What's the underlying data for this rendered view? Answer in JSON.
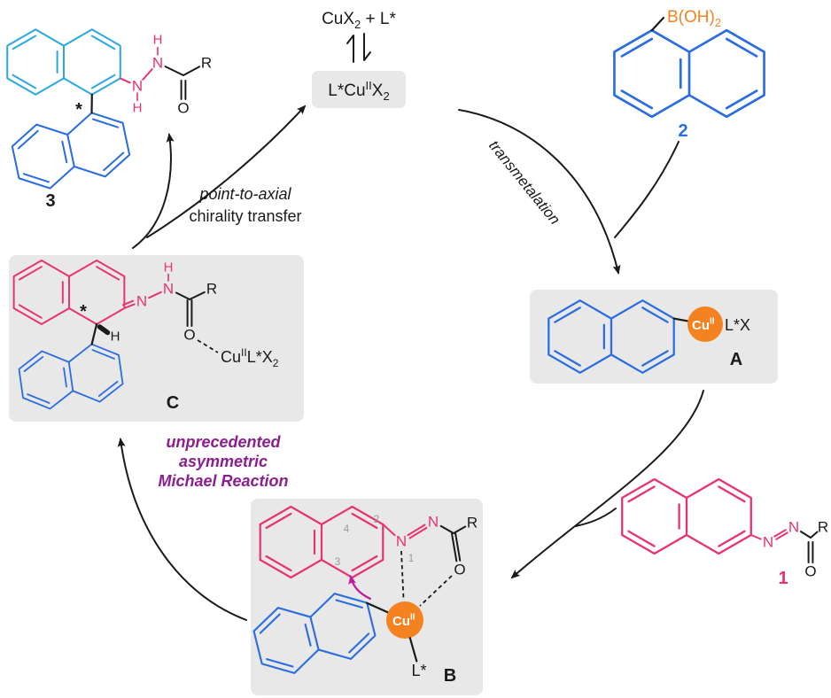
{
  "colors": {
    "blue": "#2a6de0",
    "cyan": "#2aa8e0",
    "pink": "#e8336d",
    "orange": "#f58220",
    "purple": "#8b1f8f",
    "magenta": "#c2189c",
    "graybox": "#e8e8e8",
    "graynum": "#9a9a9a",
    "ink": "#1a1a1a"
  },
  "catalyst": {
    "free": {
      "formula": "CuX",
      "sub": "2",
      "plus": " + L*"
    },
    "bound": {
      "pre": "L*Cu",
      "sup": "II",
      "x": "X",
      "sub": "2"
    }
  },
  "compound2": {
    "boron": "B(OH)",
    "boron_sub": "2",
    "label": "2"
  },
  "compound1": {
    "n1": "N",
    "n2": "N",
    "r": "R",
    "o": "O",
    "label": "1"
  },
  "compound3": {
    "h1": "H",
    "n1": "N",
    "h2": "H",
    "n2": "N",
    "r": "R",
    "o": "O",
    "star": "*",
    "label": "3"
  },
  "speciesA": {
    "cu": "Cu",
    "cu_sup": "II",
    "ligand": "L*X",
    "label": "A"
  },
  "speciesB": {
    "pos1": "1",
    "pos2": "2",
    "pos3": "3",
    "pos4": "4",
    "n1": "N",
    "n2": "N",
    "r": "R",
    "o": "O",
    "cu": "Cu",
    "cu_sup": "II",
    "ligand": "L*",
    "label": "B"
  },
  "speciesC": {
    "star": "*",
    "h_stereo": "H",
    "n1": "N",
    "n2": "N",
    "nh": "H",
    "r": "R",
    "o": "O",
    "cu": "Cu",
    "cu_sup": "II",
    "ligand_x": "L*X",
    "sub": "2",
    "label": "C"
  },
  "steps": {
    "transmetalation": "transmetalation",
    "michael_line1": "unprecedented",
    "michael_line2": "asymmetric",
    "michael_line3": "Michael Reaction",
    "chirality_line1": "point-to-axial",
    "chirality_line2": "chirality transfer"
  }
}
